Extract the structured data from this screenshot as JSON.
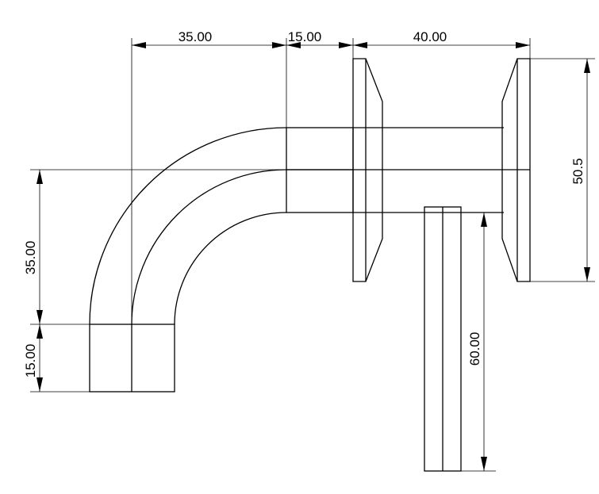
{
  "dimensions": {
    "top_left": "35.00",
    "top_mid": "15.00",
    "top_right": "40.00",
    "right_height": "50.5",
    "left_upper": "35.00",
    "left_lower": "15.00",
    "stem_height": "60.00"
  }
}
